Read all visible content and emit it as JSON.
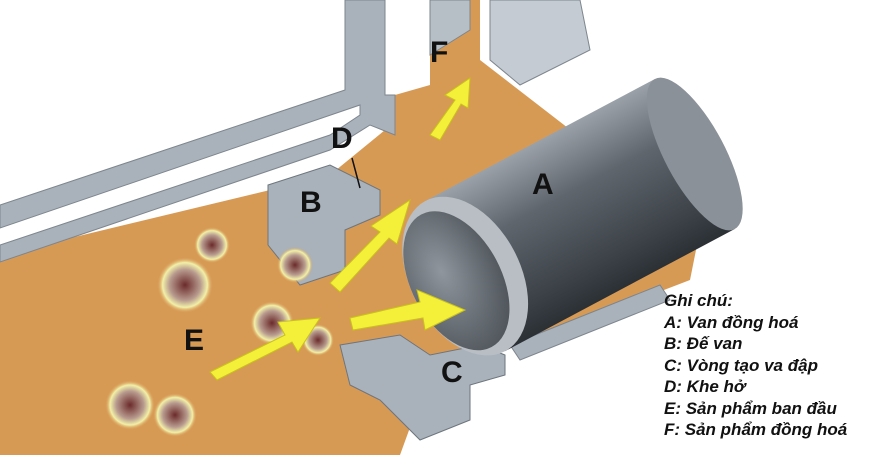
{
  "labels": {
    "A": "A",
    "B": "B",
    "C": "C",
    "D": "D",
    "E": "E",
    "F": "F"
  },
  "legend": {
    "title": "Ghi chú:",
    "items": [
      "A: Van đồng hoá",
      "B: Đế van",
      "C: Vòng tạo va đập",
      "D: Khe hở",
      "E: Sản phẩm ban đầu",
      "F: Sản phẩm đồng hoá"
    ]
  },
  "colors": {
    "product": "#d79a55",
    "wall": "#a9b2bb",
    "valve": "#6c737a",
    "arrow": "#f4f03a"
  }
}
